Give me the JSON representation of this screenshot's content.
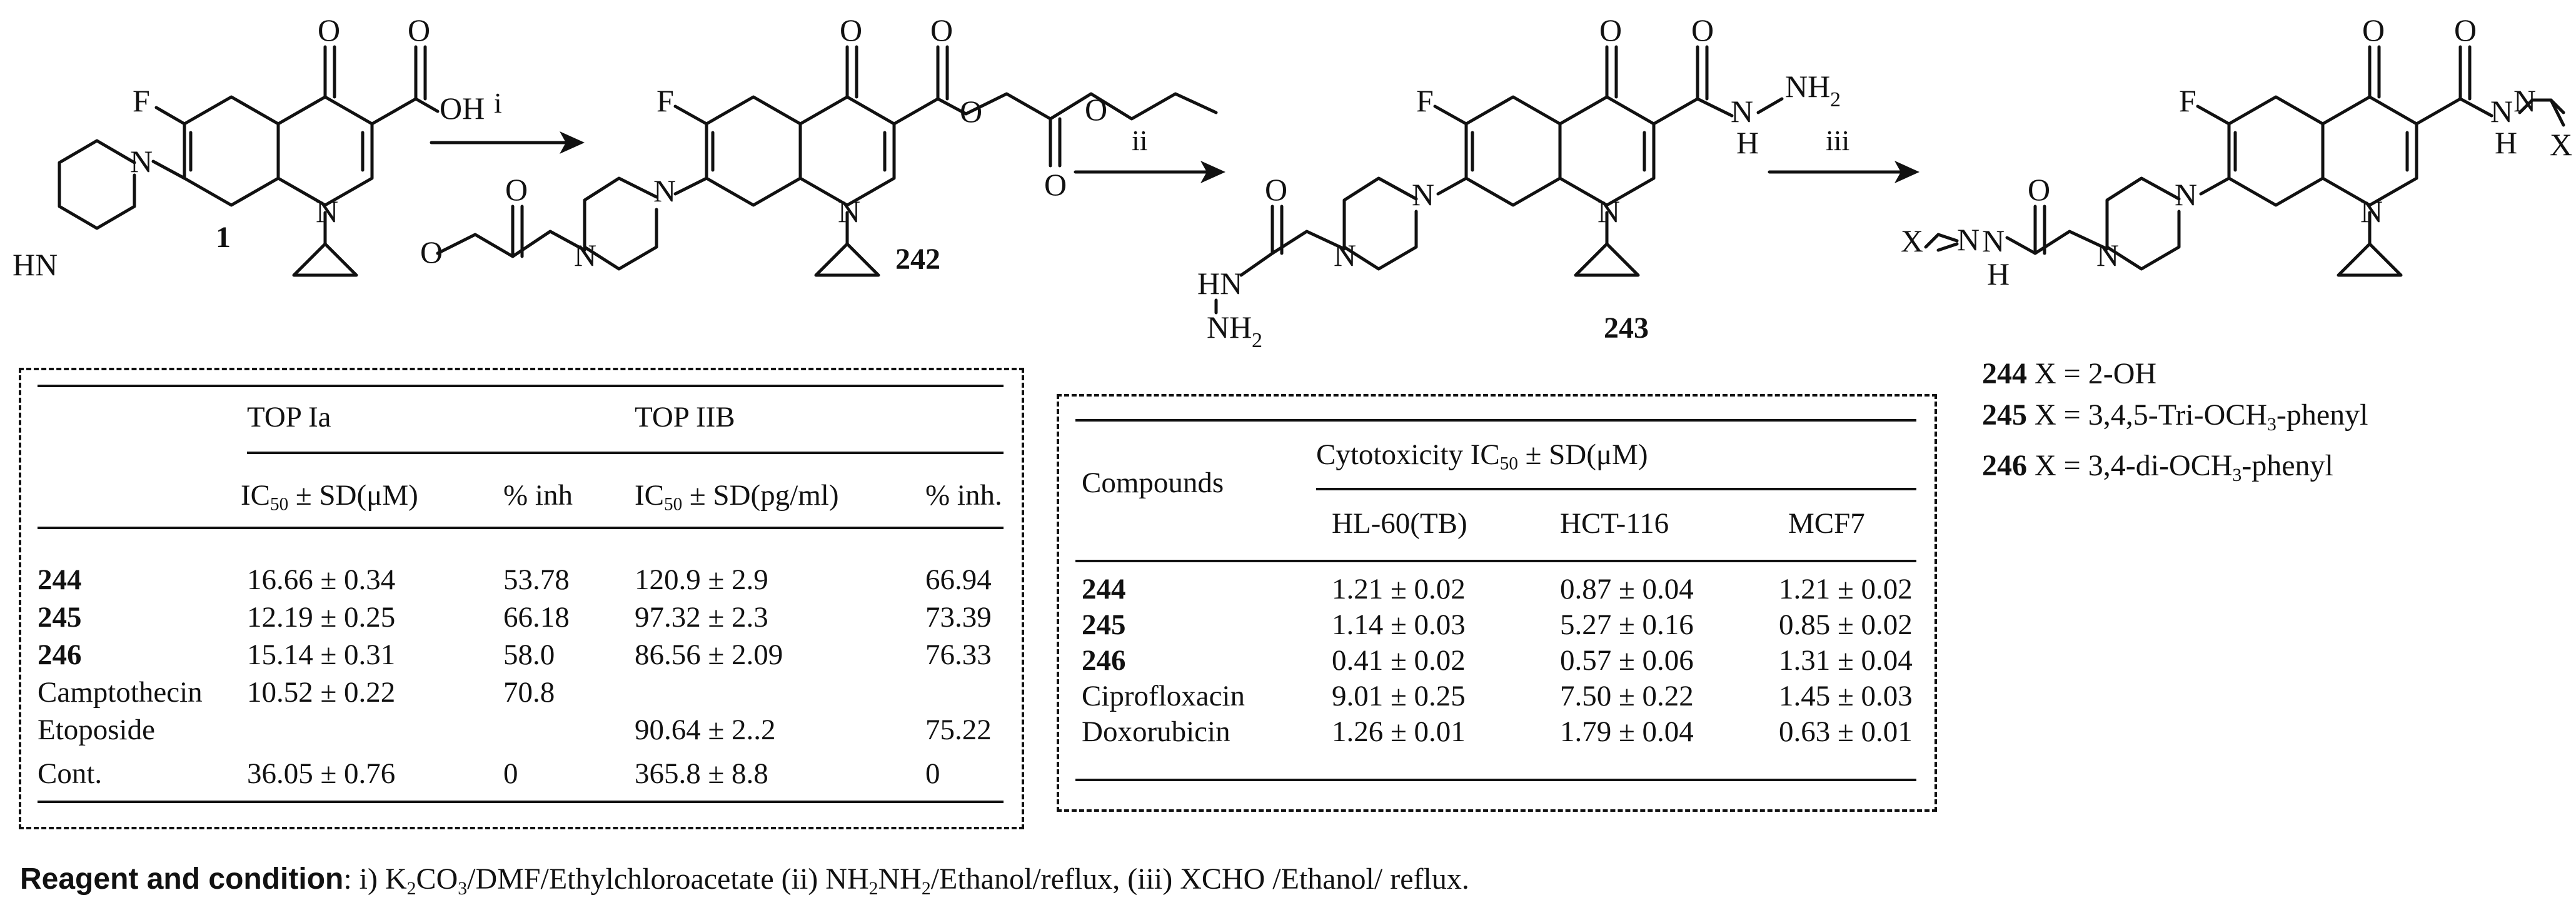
{
  "scheme": {
    "compounds": [
      "1",
      "242",
      "243"
    ],
    "steps": [
      "i",
      "ii",
      "iii"
    ],
    "atoms": {
      "F": "F",
      "O": "O",
      "OH": "OH",
      "N": "N",
      "HN": "HN",
      "H": "H",
      "NH": "NH",
      "NH2_sub": "2",
      "X": "X"
    }
  },
  "x_substituents": [
    {
      "compound": "244",
      "x": "X  = 2-OH"
    },
    {
      "compound": "245",
      "x": "X  = 3,4,5-Tri-OCH",
      "sub": "3",
      "tail": "-phenyl"
    },
    {
      "compound": "246",
      "x": "X  = 3,4-di-OCH",
      "sub": "3",
      "tail": "-phenyl"
    }
  ],
  "table_top": {
    "group1": "TOP Ia",
    "group2": "TOP IIB",
    "col1_pre": "IC",
    "col1_sub": "50",
    "col1_post": " ± SD(μM)",
    "col2": "% inh",
    "col3_pre": "IC",
    "col3_sub": "50",
    "col3_post": " ± SD(pg/ml)",
    "col4": "% inh.",
    "rows": [
      {
        "name": "244",
        "bold": true,
        "ic1": "16.66 ± 0.34",
        "inh1": "53.78",
        "ic2": "120.9 ± 2.9",
        "inh2": "66.94"
      },
      {
        "name": "245",
        "bold": true,
        "ic1": "12.19 ± 0.25",
        "inh1": "66.18",
        "ic2": "97.32 ± 2.3",
        "inh2": "73.39"
      },
      {
        "name": "246",
        "bold": true,
        "ic1": "15.14 ± 0.31",
        "inh1": "58.0",
        "ic2": "86.56 ± 2.09",
        "inh2": "76.33"
      },
      {
        "name": "Camptothecin",
        "bold": false,
        "ic1": "10.52 ± 0.22",
        "inh1": "70.8",
        "ic2": "",
        "inh2": ""
      },
      {
        "name": "Etoposide",
        "bold": false,
        "ic1": "",
        "inh1": "",
        "ic2": "90.64 ± 2..2",
        "inh2": "75.22"
      },
      {
        "name": "Cont.",
        "bold": false,
        "ic1": "36.05 ± 0.76",
        "inh1": "0",
        "ic2": "365.8 ± 8.8",
        "inh2": "0"
      }
    ]
  },
  "table_cyto": {
    "compounds_header": "Compounds",
    "group_pre": "Cytotoxicity IC",
    "group_sub": "50",
    "group_post": " ± SD(μM)",
    "cols": [
      "HL-60(TB)",
      "HCT-116",
      "MCF7"
    ],
    "rows": [
      {
        "name": "244",
        "bold": true,
        "v": [
          "1.21 ± 0.02",
          "0.87 ± 0.04",
          "1.21 ± 0.02"
        ]
      },
      {
        "name": "245",
        "bold": true,
        "v": [
          "1.14 ± 0.03",
          "5.27 ± 0.16",
          "0.85 ± 0.02"
        ]
      },
      {
        "name": "246",
        "bold": true,
        "v": [
          "0.41 ± 0.02",
          "0.57 ± 0.06",
          "1.31 ± 0.04"
        ]
      },
      {
        "name": "Ciprofloxacin",
        "bold": false,
        "v": [
          "9.01 ± 0.25",
          "7.50 ± 0.22",
          "1.45 ± 0.03"
        ]
      },
      {
        "name": "Doxorubicin",
        "bold": false,
        "v": [
          "1.26 ± 0.01",
          "1.79 ± 0.04",
          "0.63 ± 0.01"
        ]
      }
    ]
  },
  "footer": {
    "label": "Reagent and condition",
    "t1": ": i) K",
    "s1": "2",
    "t2": "CO",
    "s2": "3",
    "t3": "/DMF/Ethylchloroacetate (ii) NH",
    "s3": "2",
    "t4": "NH",
    "s4": "2",
    "t5": "/Ethanol/reflux, (iii) XCHO /Ethanol/ reflux."
  }
}
